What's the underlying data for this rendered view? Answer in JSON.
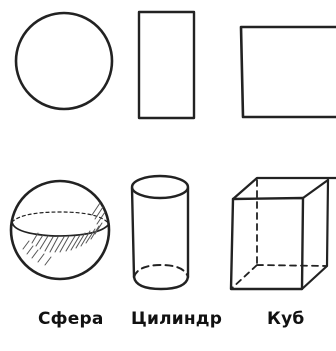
{
  "labels": {
    "sphere": "Сфера",
    "cylinder": "Цилиндр",
    "cube": "Куб"
  },
  "colors": {
    "stroke": "#222222",
    "hatch": "#555555",
    "background": "#ffffff"
  }
}
